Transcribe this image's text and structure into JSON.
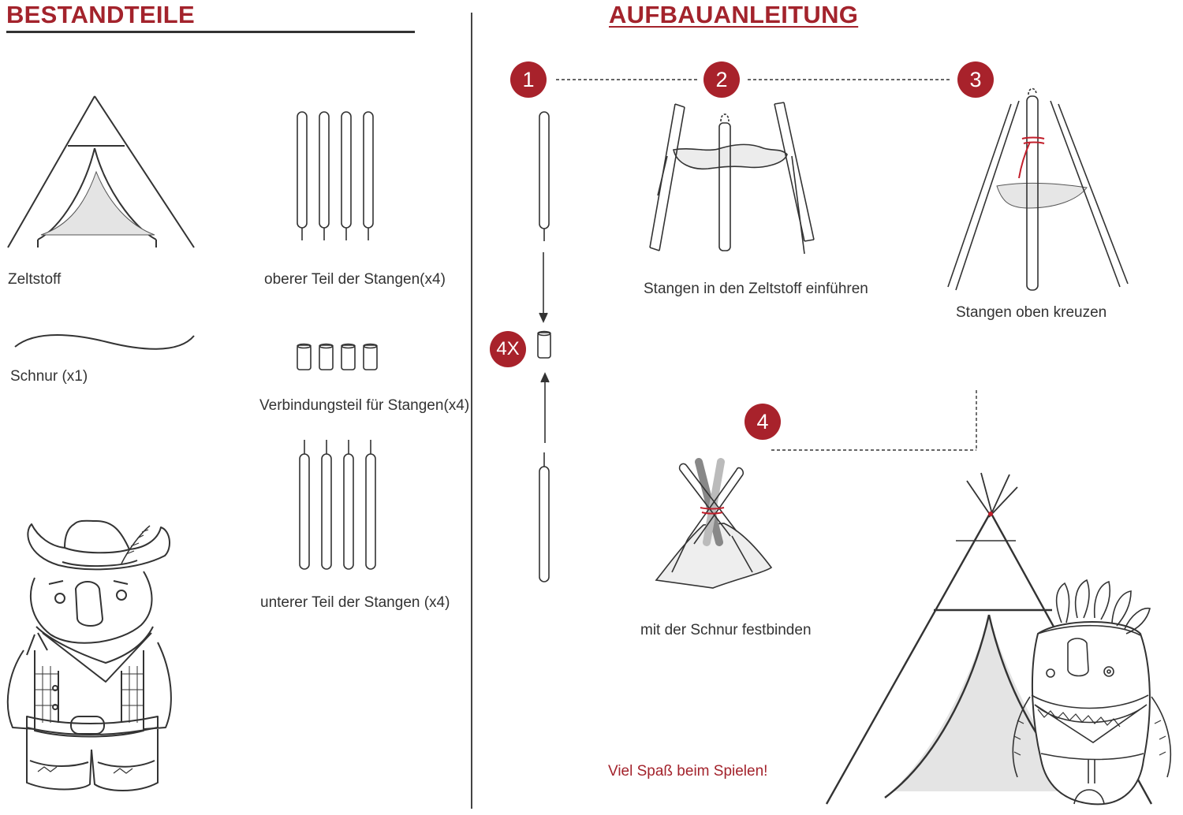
{
  "colors": {
    "accent": "#a8222b",
    "line": "#333333"
  },
  "left": {
    "title": "BESTANDTEILE",
    "items": {
      "fabric": "Zeltstoff",
      "upper_poles": "oberer Teil der Stangen(x4)",
      "cord": "Schnur (x1)",
      "connectors": "Verbindungsteil  für Stangen(x4)",
      "lower_poles": "unterer Teil der Stangen (x4)"
    }
  },
  "right": {
    "title": "AUFBAUANLEITUNG",
    "steps": [
      {
        "number": "1"
      },
      {
        "number": "2",
        "caption": "Stangen in den Zeltstoff einführen"
      },
      {
        "number": "3",
        "caption": "Stangen oben kreuzen"
      },
      {
        "number": "4",
        "caption": "mit der Schnur festbinden"
      }
    ],
    "multiplier": "4X",
    "closing": "Viel Spaß beim Spielen!"
  }
}
